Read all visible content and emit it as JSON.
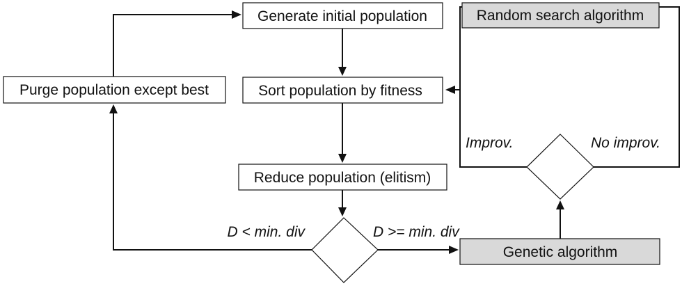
{
  "nodes": {
    "generate": "Generate initial population",
    "sort": "Sort population by fitness",
    "reduce": "Reduce population (elitism)",
    "purge": "Purge population except best",
    "random_search": "Random search algorithm",
    "genetic": "Genetic algorithm"
  },
  "edge_labels": {
    "low_diversity": "D < min. div",
    "high_diversity": "D >= min. div",
    "improvement": "Improv.",
    "no_improvement": "No improv."
  },
  "colors": {
    "plain_box": "#ffffff",
    "algorithm_box": "#d9d9d9",
    "stroke": "#111111"
  }
}
